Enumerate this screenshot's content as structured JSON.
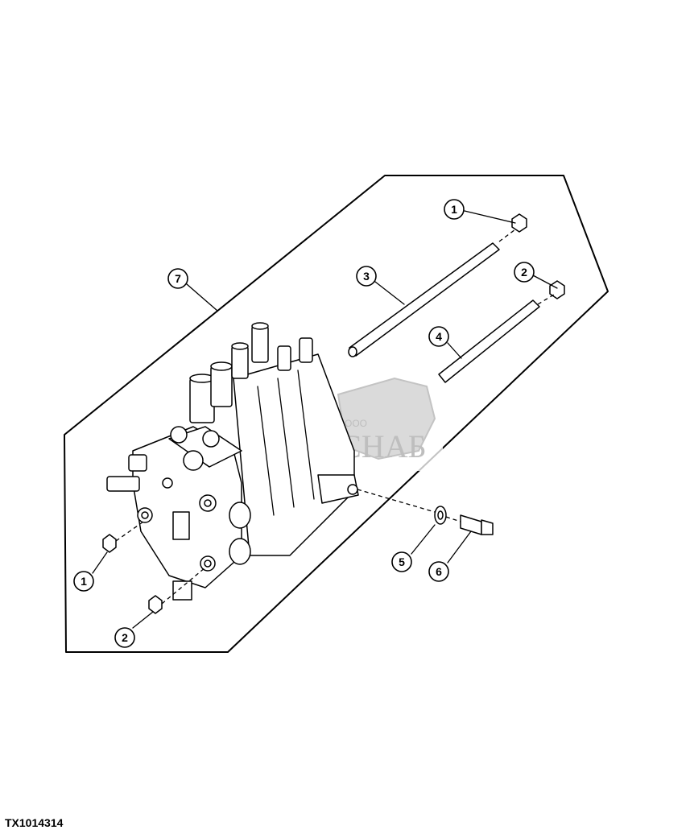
{
  "figure_id": "TX1014314",
  "callouts": [
    "1",
    "3",
    "2",
    "7",
    "4",
    "5",
    "6",
    "1",
    "2"
  ],
  "watermark": {
    "prefix": "ООО",
    "name": "АГРОСНАБ"
  }
}
